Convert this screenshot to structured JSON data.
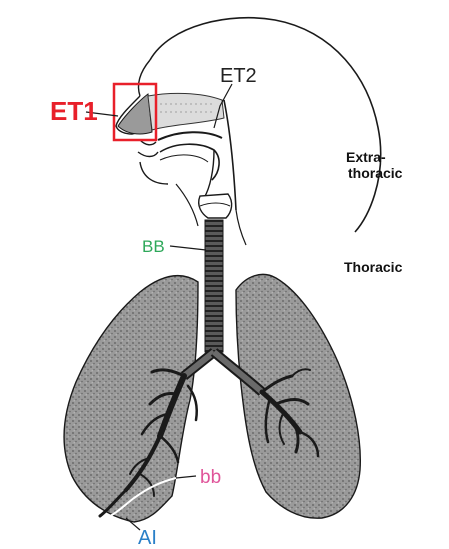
{
  "labels": {
    "et1": {
      "text": "ET1",
      "color": "#e8202a"
    },
    "et2": {
      "text": "ET2",
      "color": "#222222"
    },
    "bb": {
      "text": "BB",
      "color": "#2ea85a"
    },
    "bb_small": {
      "text": "bb",
      "color": "#e0559a"
    },
    "ai": {
      "text": "AI",
      "color": "#2a80c8"
    }
  },
  "regions": {
    "extrathoracic_line1": "Extra-",
    "extrathoracic_line2": "thoracic",
    "thoracic": "Thoracic"
  },
  "colors": {
    "highlight_box": "#e8202a",
    "lung_fill": "#8a8a8a",
    "outline": "#1a1a1a",
    "nasal_shade": "#cfcfcf"
  }
}
